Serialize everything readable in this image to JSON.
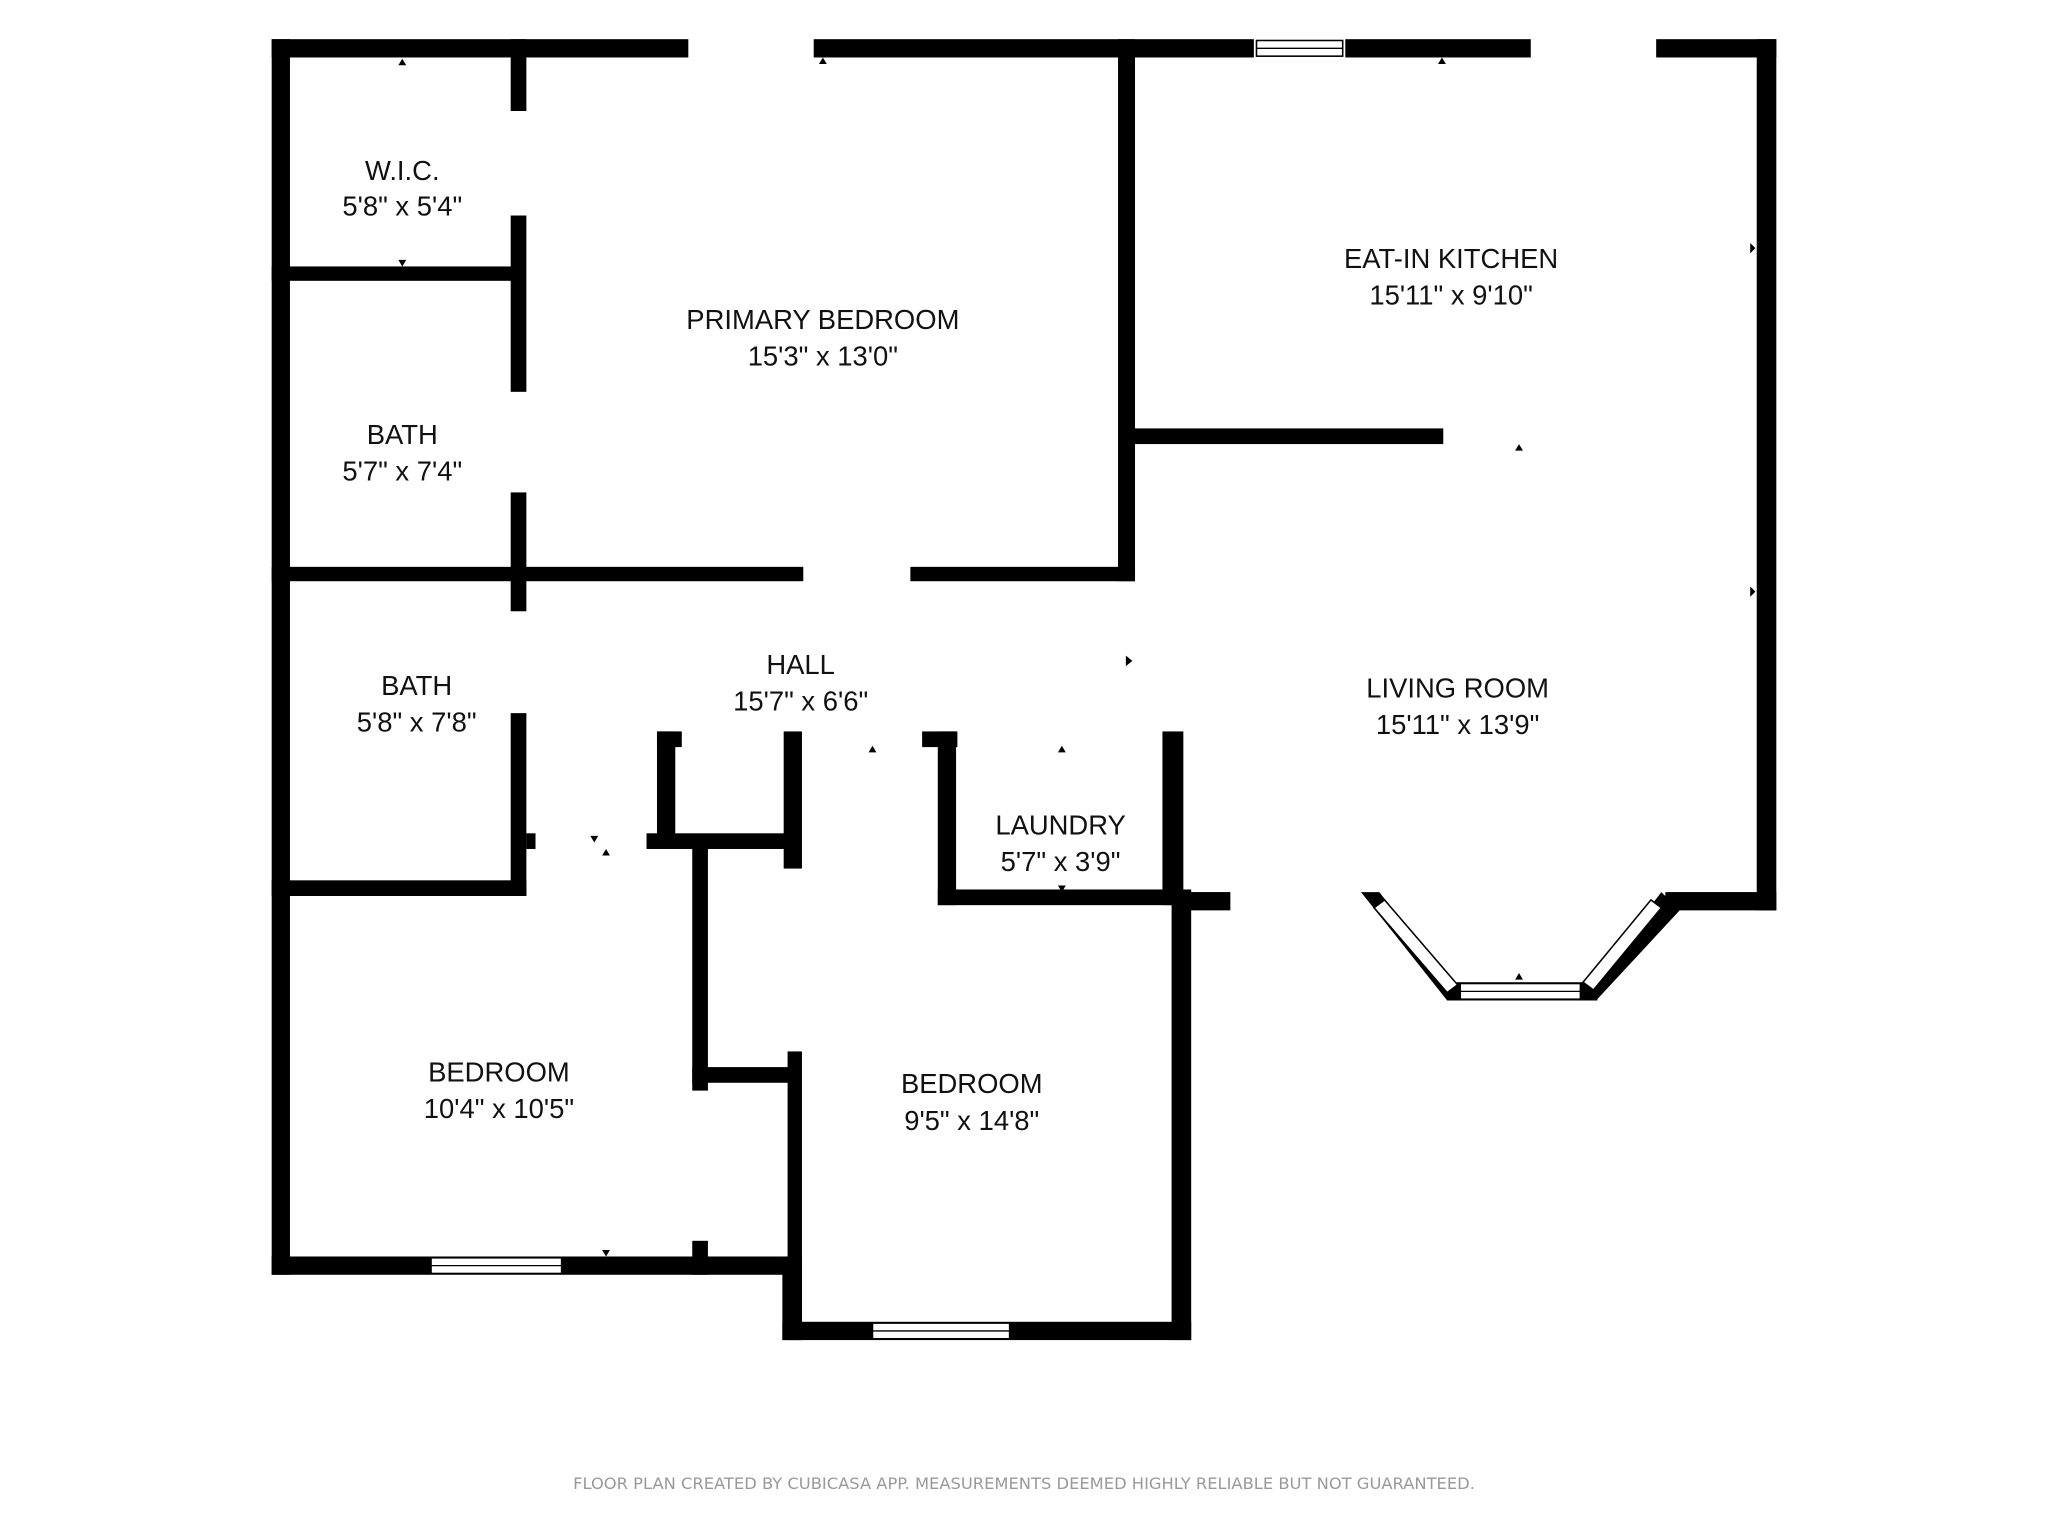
{
  "rooms": [
    {
      "id": "wic",
      "name": "W.I.C.",
      "size": "5'8\" x 5'4\""
    },
    {
      "id": "primary",
      "name": "PRIMARY BEDROOM",
      "size": "15'3\" x 13'0\""
    },
    {
      "id": "kitchen",
      "name": "EAT-IN KITCHEN",
      "size": "15'11\" x 9'10\""
    },
    {
      "id": "bath1",
      "name": "BATH",
      "size": "5'7\" x 7'4\""
    },
    {
      "id": "bath2",
      "name": "BATH",
      "size": "5'8\" x 7'8\""
    },
    {
      "id": "hall",
      "name": "HALL",
      "size": "15'7\" x 6'6\""
    },
    {
      "id": "living",
      "name": "LIVING ROOM",
      "size": "15'11\" x 13'9\""
    },
    {
      "id": "laundry",
      "name": "LAUNDRY",
      "size": "5'7\" x 3'9\""
    },
    {
      "id": "bedroom1",
      "name": "BEDROOM",
      "size": "10'4\" x 10'5\""
    },
    {
      "id": "bedroom2",
      "name": "BEDROOM",
      "size": "9'5\" x 14'8\""
    }
  ],
  "footer": "FLOOR PLAN CREATED BY CUBICASA APP. MEASUREMENTS DEEMED HIGHLY RELIABLE BUT NOT GUARANTEED."
}
